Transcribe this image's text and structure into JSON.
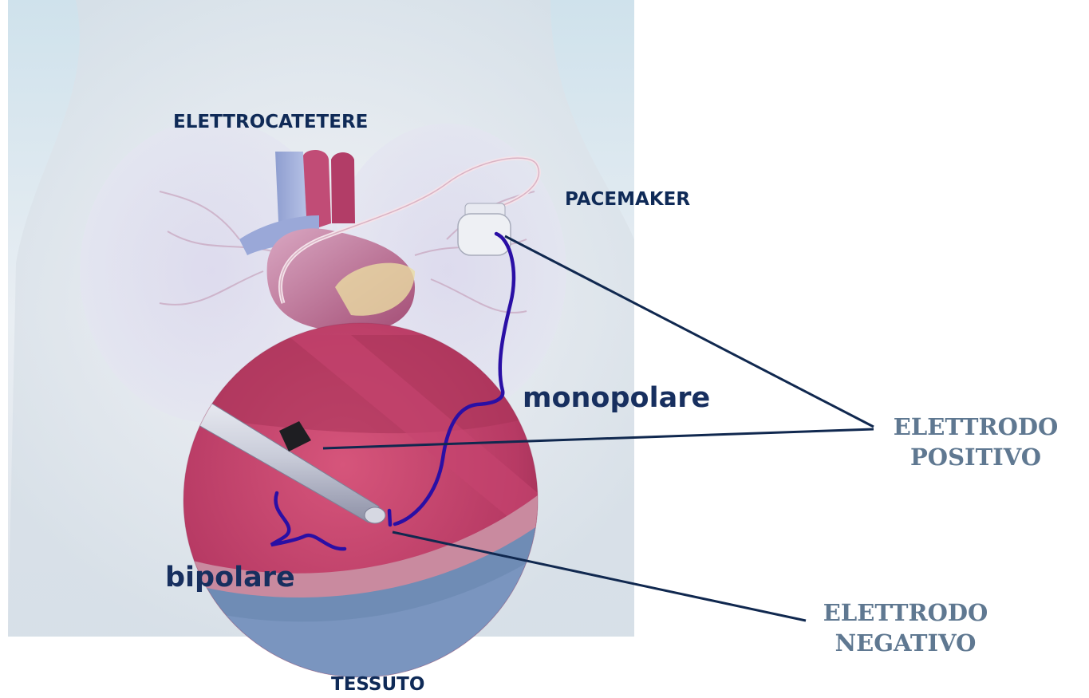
{
  "labels": {
    "lead": "ELETTROCATETERE",
    "pacemaker": "PACEMAKER",
    "monopolar": "monopolare",
    "bipolar": "bipolare",
    "tissue": "TESSUTO",
    "positive_line1": "ELETTRODO",
    "positive_line2": "POSITIVO",
    "negative_line1": "ELETTRODO",
    "negative_line2": "NEGATIVO"
  },
  "colors": {
    "label_dark": "#0f2a57",
    "label_muted": "#5f7891",
    "bracket": "#2a0fa5",
    "pointer": "#10284f"
  }
}
